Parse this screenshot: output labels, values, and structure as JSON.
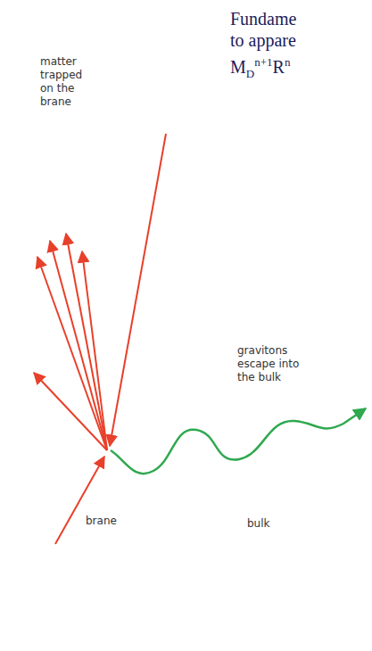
{
  "diagram": {
    "nodes": [
      {
        "text": [
          "matter trapped on the brane",
          "brane"
        ]
      }
    ],
    "labels": [
      "Fundame",
      "to appare",
      "M",
      "D",
      "n+1",
      "R",
      "n",
      "gravitons escape into the bulk",
      "bulk"
    ]
  }
}
